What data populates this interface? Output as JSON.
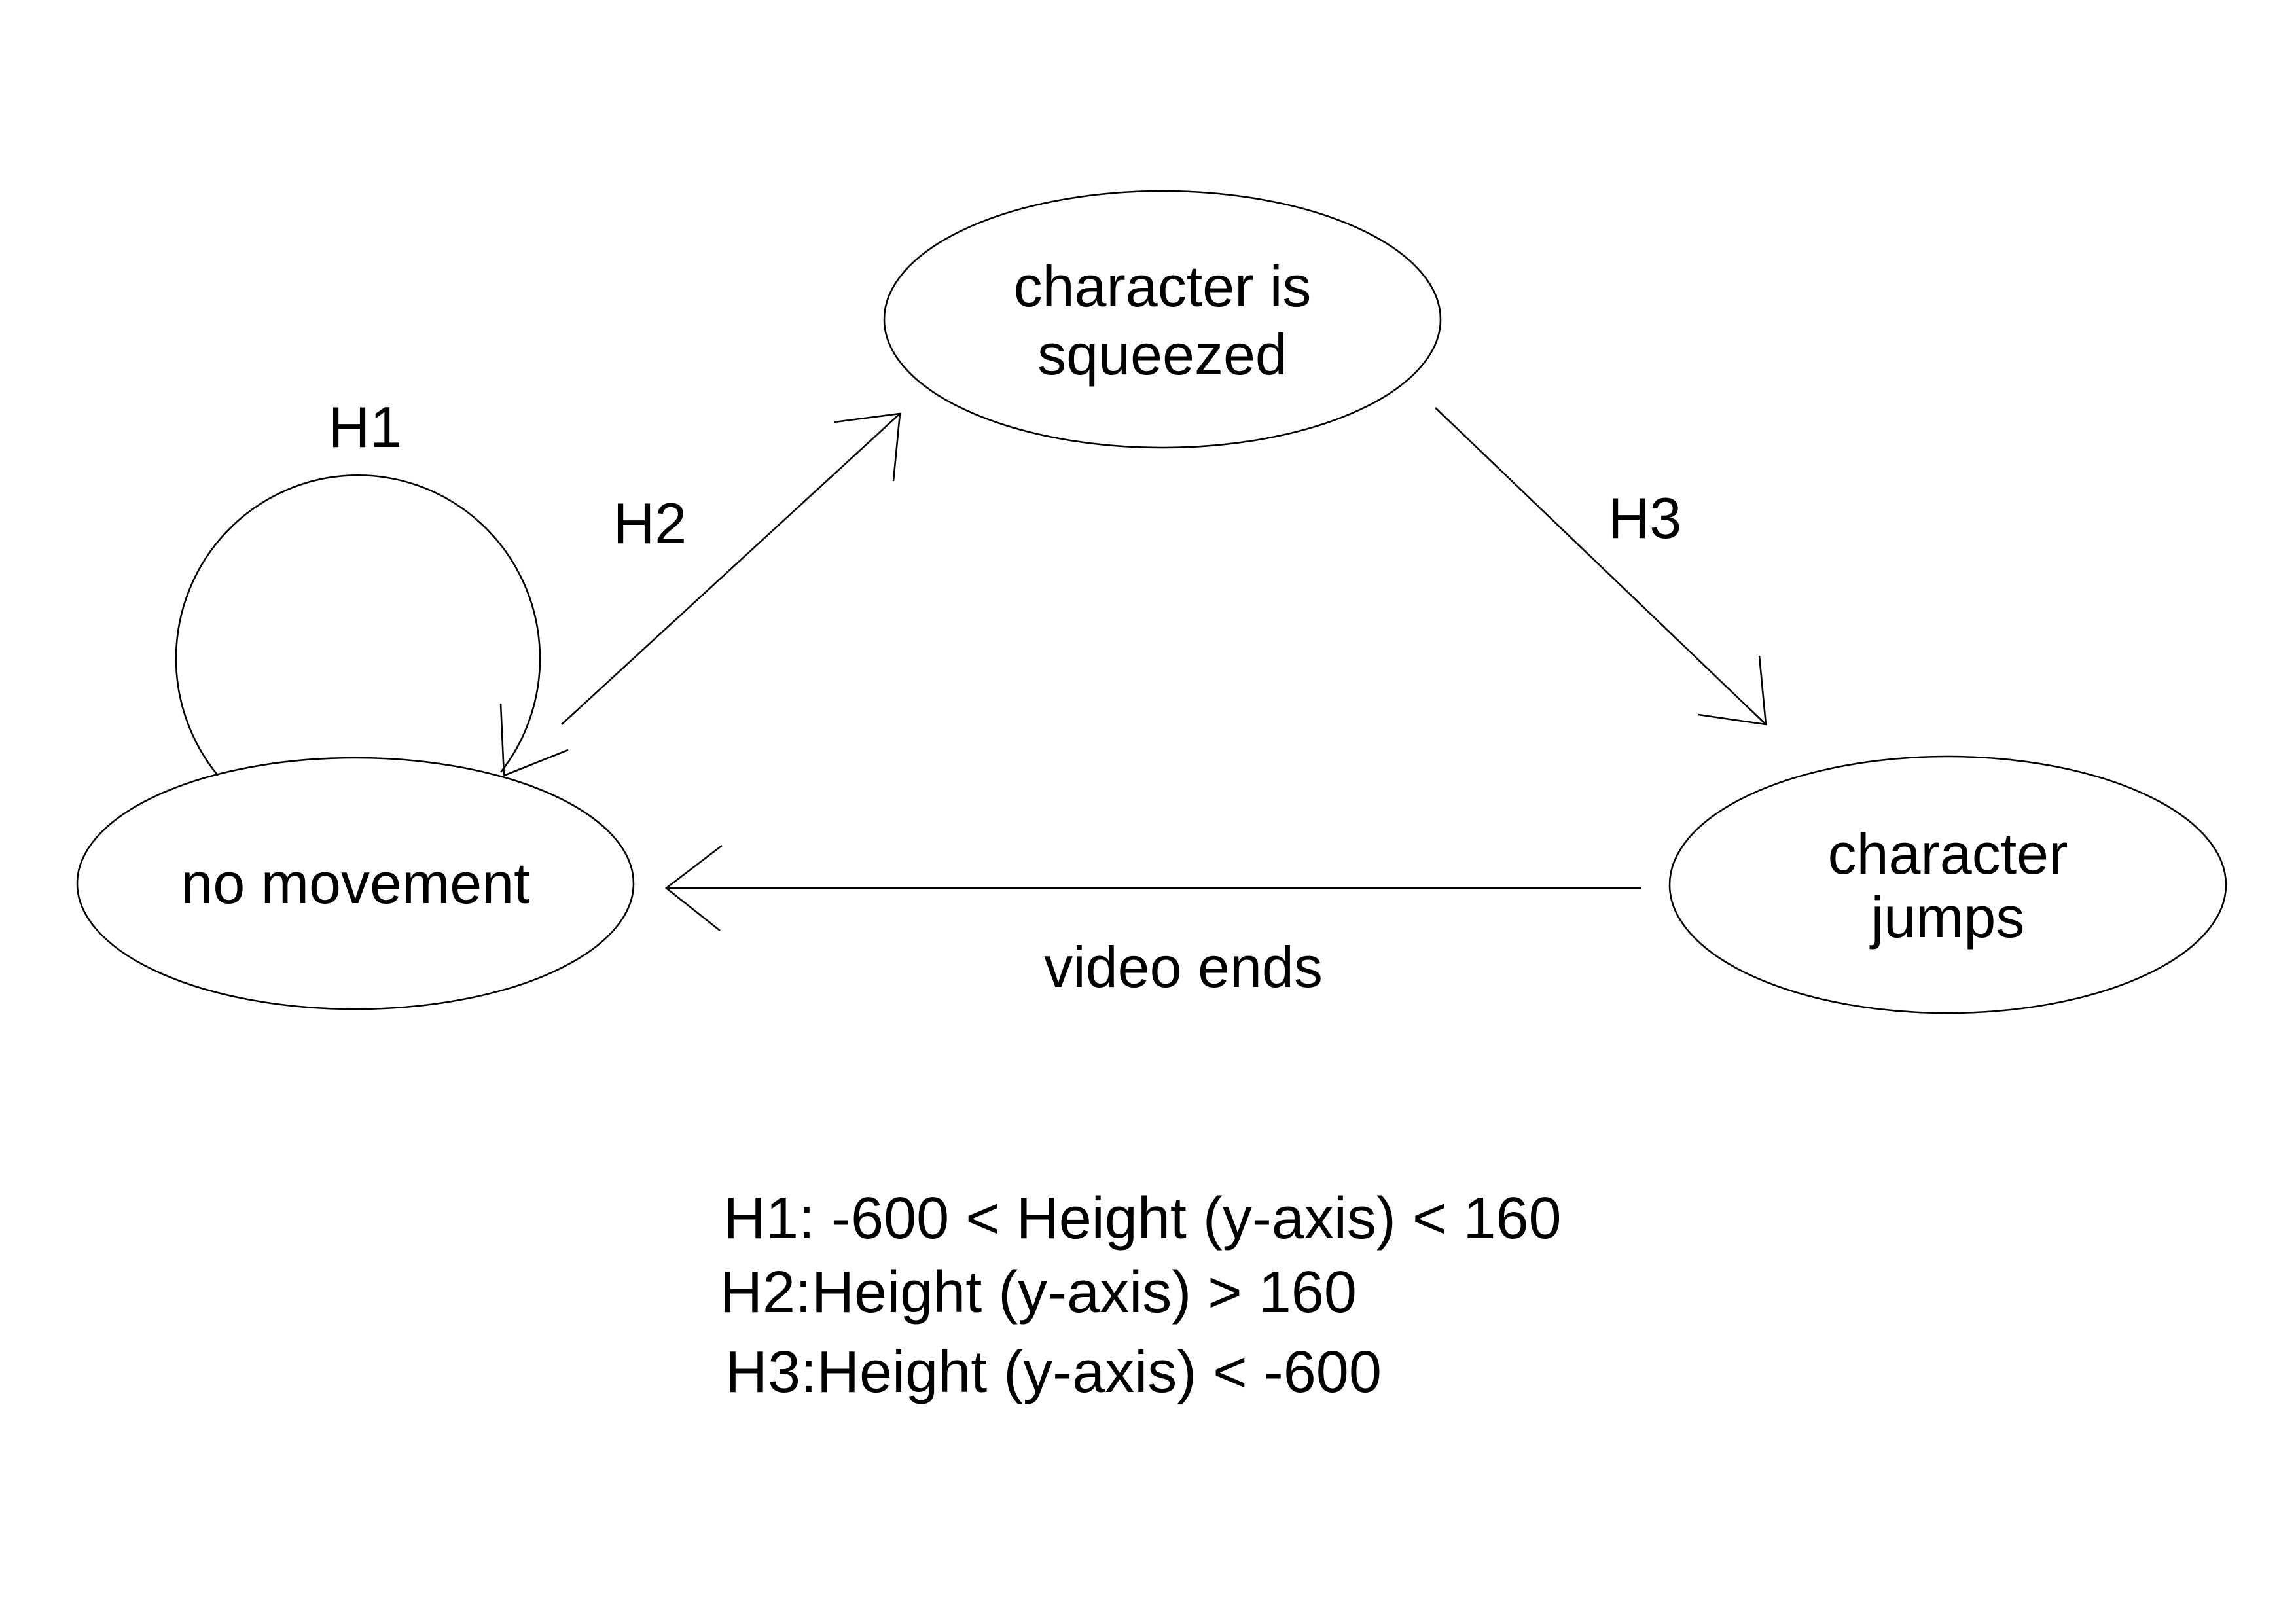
{
  "states": {
    "no_movement": {
      "label": "no movement"
    },
    "squeezed": {
      "line1": "character is",
      "line2": "squeezed"
    },
    "jumps": {
      "line1": "character",
      "line2": "jumps"
    }
  },
  "transitions": {
    "h1": {
      "label": "H1"
    },
    "h2": {
      "label": "H2"
    },
    "h3": {
      "label": "H3"
    },
    "video_ends": {
      "label": "video ends"
    }
  },
  "legend": {
    "h1": "H1: -600 < Height (y-axis) < 160",
    "h2": "H2:Height (y-axis) > 160",
    "h3": "H3:Height (y-axis) < -600"
  }
}
